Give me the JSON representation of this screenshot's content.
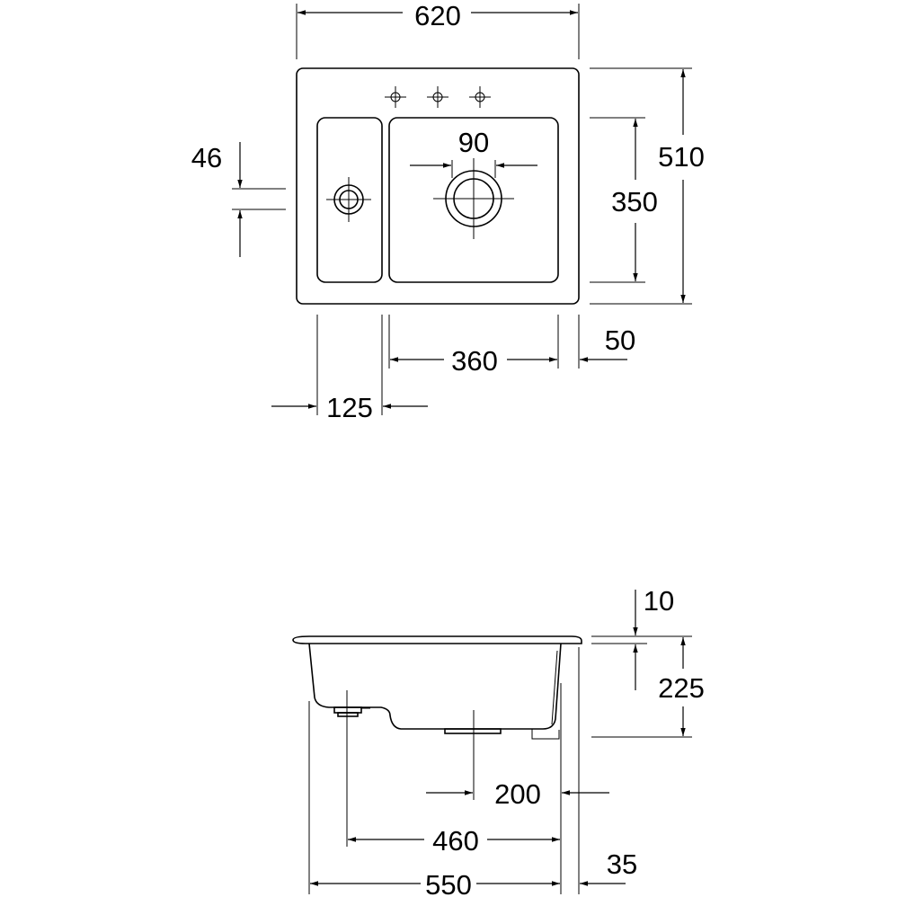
{
  "drawing": {
    "top_view": {
      "width": "620",
      "depth": "510",
      "main_bowl_depth": "350",
      "drain_diameter": "90",
      "small_bowl_offset": "46",
      "main_bowl_width": "360",
      "right_margin": "50",
      "small_bowl_width": "125"
    },
    "side_view": {
      "rim": "10",
      "bowl_depth": "225",
      "drain_offset": "200",
      "inner_length": "460",
      "overflow": "35",
      "bottom_length": "550"
    }
  },
  "colors": {
    "line": "#000000",
    "background": "#ffffff"
  }
}
